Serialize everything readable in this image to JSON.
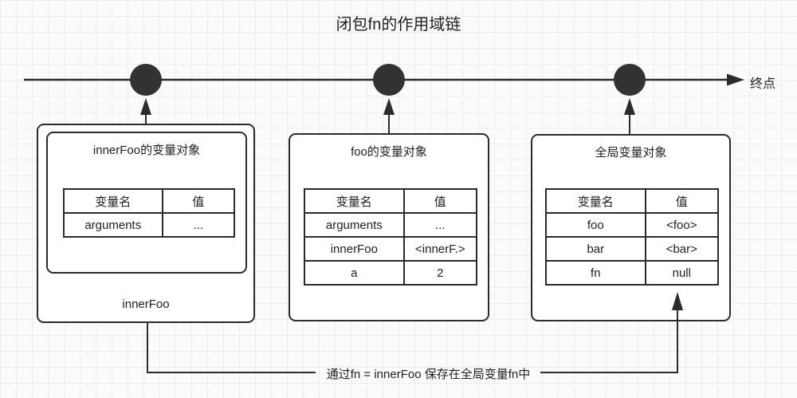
{
  "title": "闭包fn的作用域链",
  "timeline": {
    "end_label": "终点",
    "node_count": 3
  },
  "boxes": [
    {
      "title": "innerFoo的变量对象",
      "footer_label": "innerFoo",
      "table": {
        "headers": [
          "变量名",
          "值"
        ],
        "rows": [
          [
            "arguments",
            "..."
          ]
        ]
      }
    },
    {
      "title": "foo的变量对象",
      "table": {
        "headers": [
          "变量名",
          "值"
        ],
        "rows": [
          [
            "arguments",
            "..."
          ],
          [
            "innerFoo",
            "<innerF.>"
          ],
          [
            "a",
            "2"
          ]
        ]
      }
    },
    {
      "title": "全局变量对象",
      "table": {
        "headers": [
          "变量名",
          "值"
        ],
        "rows": [
          [
            "foo",
            "<foo>"
          ],
          [
            "bar",
            "<bar>"
          ],
          [
            "fn",
            "null"
          ]
        ]
      }
    }
  ],
  "annotation": "通过fn = innerFoo 保存在全局变量fn中",
  "colors": {
    "line": "#2b2b2b",
    "dot": "#323232",
    "background": "#fbfbfb",
    "grid": "#ececec",
    "box_fill": "#ffffff",
    "text": "#1f1f1f"
  }
}
